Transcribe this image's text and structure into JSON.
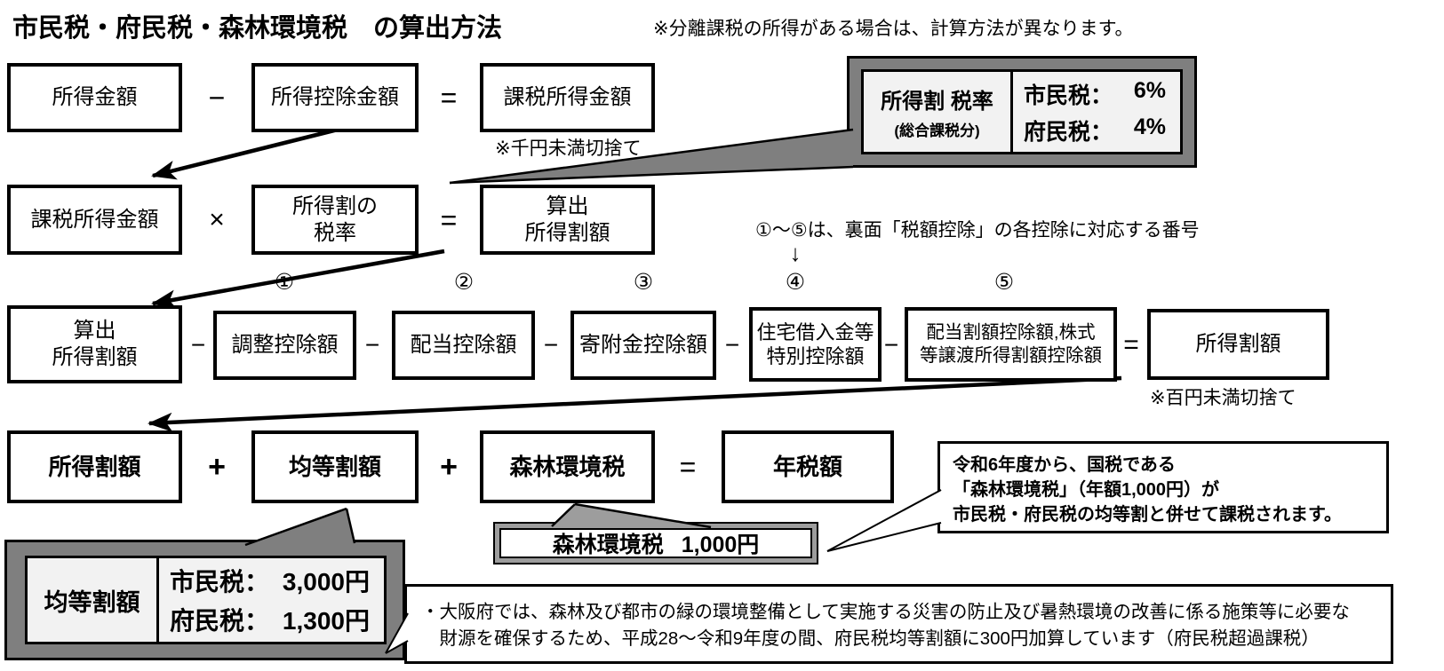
{
  "title": "市民税・府民税・森林環境税　の算出方法",
  "top_note": "※分離課税の所得がある場合は、計算方法が異なります。",
  "row1": {
    "boxes": [
      "所得金額",
      "所得控除金額",
      "課税所得金額"
    ],
    "minus": "−",
    "equals": "=",
    "note": "※千円未満切捨て"
  },
  "rate_callout": {
    "title": "所得割 税率",
    "subtitle": "(総合課税分)",
    "rows": [
      {
        "label": "市民税：",
        "value": "6%"
      },
      {
        "label": "府民税：",
        "value": "4%"
      }
    ]
  },
  "row2": {
    "boxes": [
      "課税所得金額",
      "所得割の\n税率",
      "算出\n所得割額"
    ],
    "times": "×",
    "equals": "="
  },
  "legend_note": {
    "text": "①～⑤は、裏面「税額控除」の各控除に対応する番号",
    "arrow": "↓"
  },
  "row3": {
    "circled": [
      "①",
      "②",
      "③",
      "④",
      "⑤"
    ],
    "boxes": [
      "算出\n所得割額",
      "調整控除額",
      "配当控除額",
      "寄附金控除額",
      "住宅借入金等\n特別控除額",
      "配当割額控除額,株式\n等譲渡所得割額控除額",
      "所得割額"
    ],
    "minus": "−",
    "equals": "=",
    "note": "※百円未満切捨て"
  },
  "row4": {
    "boxes": [
      "所得割額",
      "均等割額",
      "森林環境税",
      "年税額"
    ],
    "plus": "+",
    "equals": "="
  },
  "per_capita_callout": {
    "label": "均等割額",
    "rows": [
      {
        "label": "市民税：",
        "value": "3,000円"
      },
      {
        "label": "府民税：",
        "value": "1,300円"
      }
    ]
  },
  "forest_callout": {
    "label": "森林環境税",
    "value": "1,000円"
  },
  "forest_note": {
    "lines": [
      "令和6年度から、国税である",
      "「森林環境税」（年額1,000円）が",
      "市民税・府民税の均等割と併せて課税されます。"
    ]
  },
  "osaka_note": {
    "lines": [
      "・大阪府では、森林及び都市の緑の環境整備として実施する災害の防止及び暑熱環境の改善に係る施策等に必要な",
      "　財源を確保するため、平成28～令和9年度の間、府民税均等割額に300円加算しています（府民税超過課税）"
    ]
  },
  "colors": {
    "callout_gray": "#7f7f7f",
    "panel_light": "#f2f2f2",
    "line_black": "#000000"
  }
}
